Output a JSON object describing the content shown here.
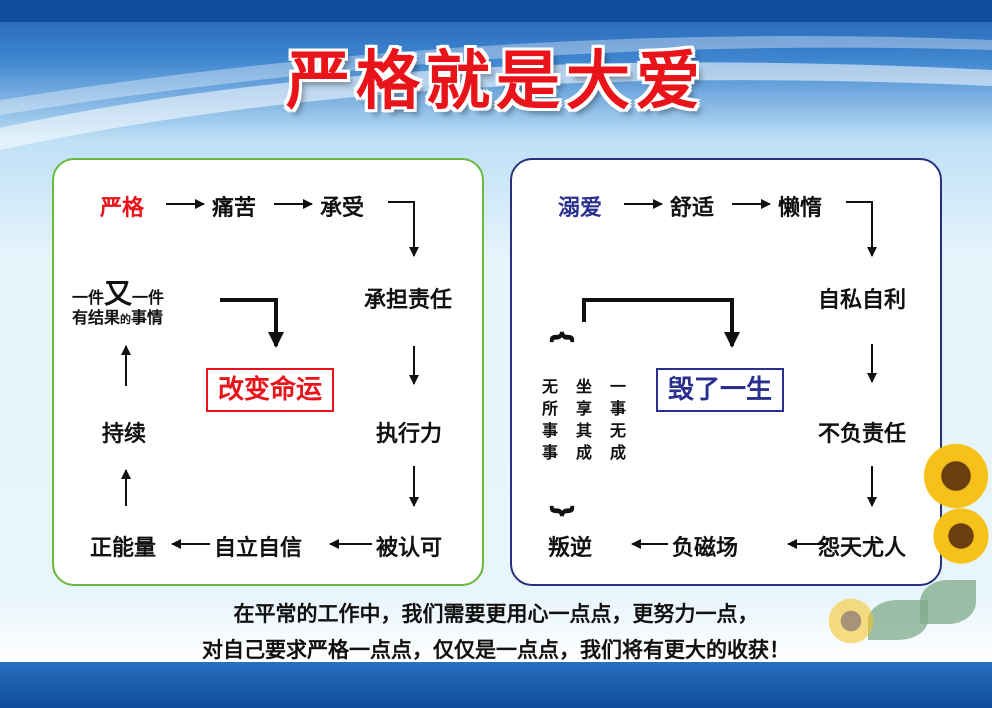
{
  "title": "严格就是大爱",
  "left": {
    "start": "严格",
    "pain": "痛苦",
    "bear": "承受",
    "resp": "承担责任",
    "exec": "执行力",
    "recog": "被认可",
    "self": "自立自信",
    "energy": "正能量",
    "persist": "持续",
    "loop_line1_a": "一件",
    "loop_line1_b": "又",
    "loop_line1_c": "一件",
    "loop_line2_a": "有结果",
    "loop_line2_b": "的",
    "loop_line2_c": "事情",
    "center": "改变命运"
  },
  "right": {
    "start": "溺爱",
    "comfort": "舒适",
    "lazy": "懒惰",
    "selfish": "自私自利",
    "irresp": "不负责任",
    "blame": "怨天尤人",
    "neg": "负磁场",
    "rebel": "叛逆",
    "center": "毁了一生",
    "col1": "无所事事",
    "col2": "坐享其成",
    "col3": "一事无成"
  },
  "bottom": {
    "line1": "在平常的工作中，我们需要更用心一点点，更努力一点，",
    "line2": "对自己要求严格一点点，仅仅是一点点，我们将有更大的收获！"
  },
  "colors": {
    "title": "#e8141a",
    "left_border": "#6cb83a",
    "right_border": "#2a2f7e",
    "accent_red": "#e8141a",
    "accent_navy": "#2a2f8e",
    "banner_blue": "#0f4c9c"
  }
}
